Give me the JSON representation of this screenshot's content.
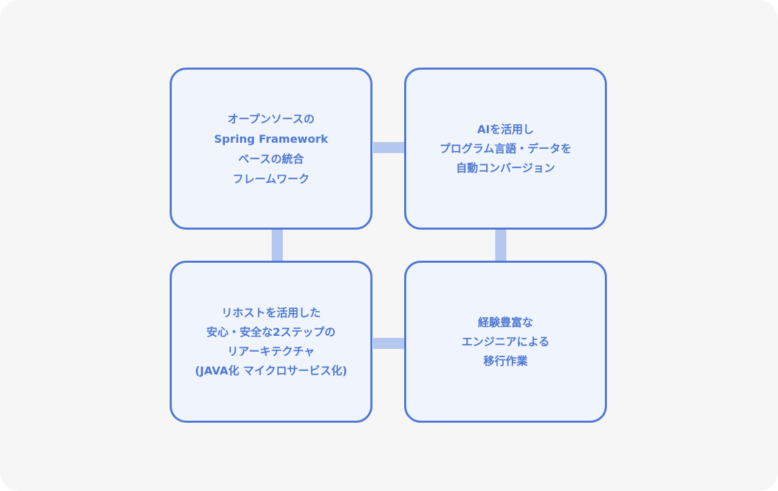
{
  "diagram": {
    "boxes": [
      {
        "id": "top-left",
        "lines": [
          "オープンソースの",
          "Spring Framework",
          "ベースの統合",
          "フレームワーク"
        ]
      },
      {
        "id": "top-right",
        "lines": [
          "AIを活用し",
          "プログラム言語・データを",
          "自動コンバージョン"
        ]
      },
      {
        "id": "bottom-left",
        "lines": [
          "リホストを活用した",
          "安心・安全な2ステップの",
          "リアーキテクチャ",
          "(JAVA化 マイクロサービス化)"
        ]
      },
      {
        "id": "bottom-right",
        "lines": [
          "経験豊富な",
          "エンジニアによる",
          "移行作業"
        ]
      }
    ],
    "colors": {
      "background": "#f6f6f6",
      "box_fill": "#f0f5fd",
      "box_border": "#4e78d4",
      "text": "#4e78d4",
      "connector": "#b4c7ee"
    }
  }
}
